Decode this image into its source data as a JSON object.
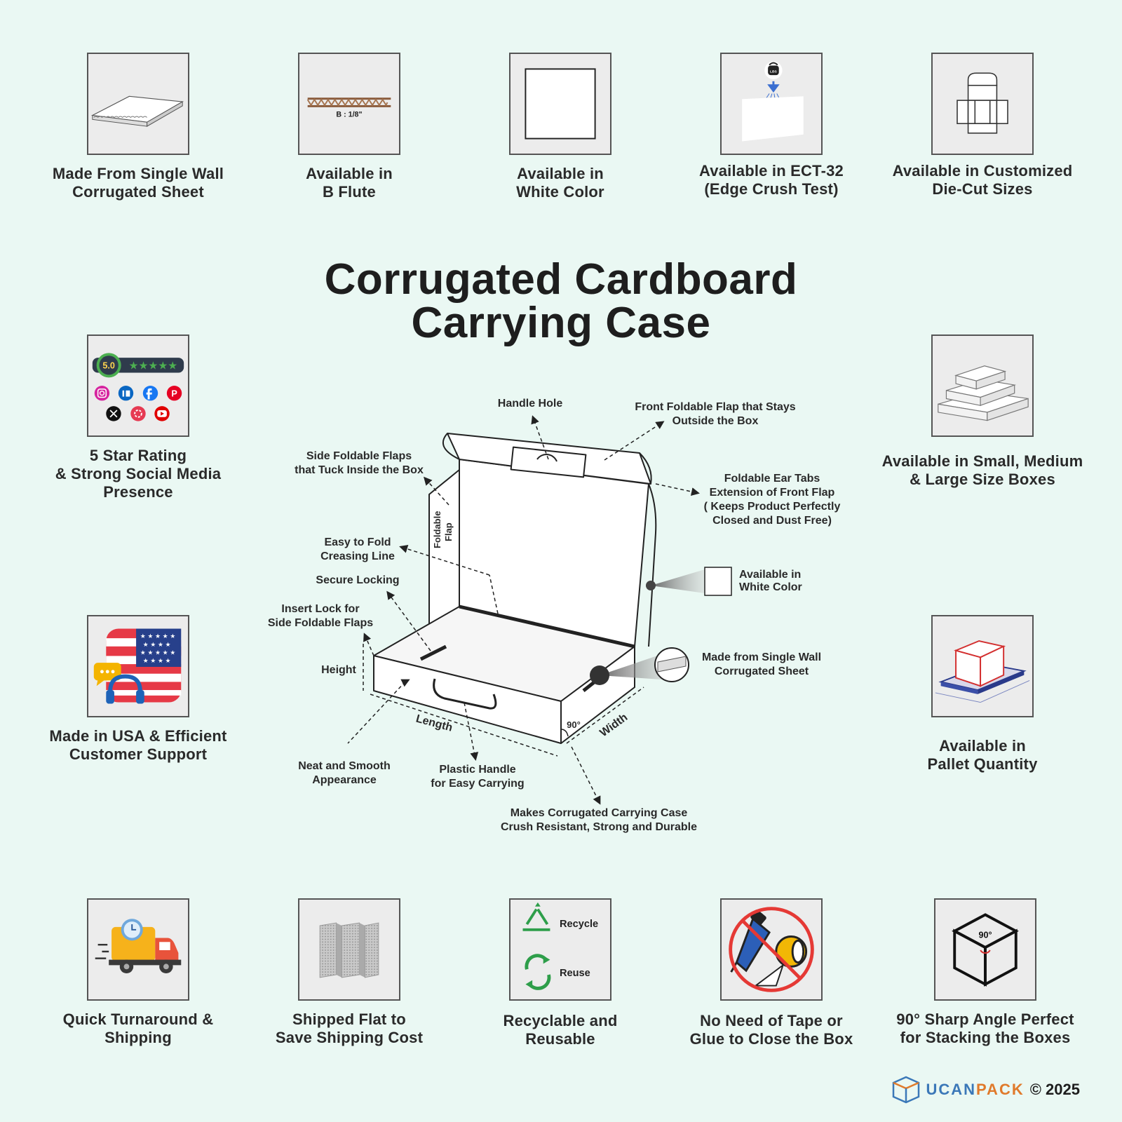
{
  "title": {
    "line1": "Corrugated Cardboard",
    "line2": "Carrying Case"
  },
  "features_top": [
    {
      "icon": "corrugated-sheet-icon",
      "line1": "Made From Single Wall",
      "line2": "Corrugated Sheet"
    },
    {
      "icon": "b-flute-icon",
      "line1": "Available in",
      "line2": "B Flute",
      "flute_label": "B : 1/8\""
    },
    {
      "icon": "white-color-icon",
      "line1": "Available in",
      "line2": "White Color"
    },
    {
      "icon": "ect-weight-icon",
      "line1": "Available in ECT-32",
      "line2": "(Edge Crush Test)",
      "weight_label": "LBS"
    },
    {
      "icon": "die-cut-icon",
      "line1": "Available in Customized",
      "line2": "Die-Cut Sizes"
    }
  ],
  "features_side": [
    {
      "icon": "rating-social-icon",
      "line1": "5 Star Rating",
      "line2": "& Strong Social Media",
      "line3": "Presence",
      "rating": "5.0",
      "stars": "★★★★★"
    },
    {
      "icon": "stacked-boxes-icon",
      "line1": "Available in Small, Medium",
      "line2": "& Large Size Boxes"
    },
    {
      "icon": "usa-support-icon",
      "line1": "Made in USA & Efficient",
      "line2": "Customer Support"
    },
    {
      "icon": "pallet-icon",
      "line1": "Available in",
      "line2": "Pallet Quantity"
    }
  ],
  "features_bottom": [
    {
      "icon": "delivery-truck-icon",
      "line1": "Quick Turnaround &",
      "line2": "Shipping"
    },
    {
      "icon": "flat-boards-icon",
      "line1": "Shipped Flat to",
      "line2": "Save Shipping Cost"
    },
    {
      "icon": "recycle-icon",
      "line1": "Recyclable and",
      "line2": "Reusable",
      "recycle": "Recycle",
      "reuse": "Reuse"
    },
    {
      "icon": "no-tape-icon",
      "line1": "No Need of Tape or",
      "line2": "Glue to Close the Box"
    },
    {
      "icon": "cube-angle-icon",
      "line1": "90° Sharp Angle Perfect",
      "line2": "for Stacking the Boxes",
      "angle": "90°"
    }
  ],
  "diagram": {
    "handle_hole": "Handle Hole",
    "front_flap_1": "Front Foldable Flap that Stays",
    "front_flap_2": "Outside the Box",
    "side_flaps_1": "Side Foldable Flaps",
    "side_flaps_2": "that Tuck Inside the Box",
    "ear_tabs_1": "Foldable Ear Tabs",
    "ear_tabs_2": "Extension of Front Flap",
    "ear_tabs_3": "( Keeps Product Perfectly",
    "ear_tabs_4": "Closed and Dust Free)",
    "foldable_flap_1": "Foldable",
    "foldable_flap_2": "Flap",
    "crease_1": "Easy to Fold",
    "crease_2": "Creasing Line",
    "secure_locking": "Secure Locking",
    "white_1": "Available in",
    "white_2": "White Color",
    "insert_lock_1": "Insert Lock for",
    "insert_lock_2": "Side Foldable Flaps",
    "single_wall_1": "Made from Single Wall",
    "single_wall_2": "Corrugated Sheet",
    "height": "Height",
    "length": "Length",
    "width": "Width",
    "angle": "90°",
    "neat_1": "Neat and Smooth",
    "neat_2": "Appearance",
    "handle_1": "Plastic Handle",
    "handle_2": "for Easy Carrying",
    "crush_1": "Makes Corrugated Carrying Case",
    "crush_2": "Crush Resistant, Strong and Durable"
  },
  "footer": {
    "brand_a": "UCAN",
    "brand_b": "PACK",
    "copyright": "© 2025"
  },
  "colors": {
    "background": "#eaf8f3",
    "tile": "#ececec",
    "brand_blue": "#3b78b8",
    "brand_orange": "#e07a2b",
    "recycle_green": "#2e9e4a",
    "prohibit_red": "#e53935"
  }
}
